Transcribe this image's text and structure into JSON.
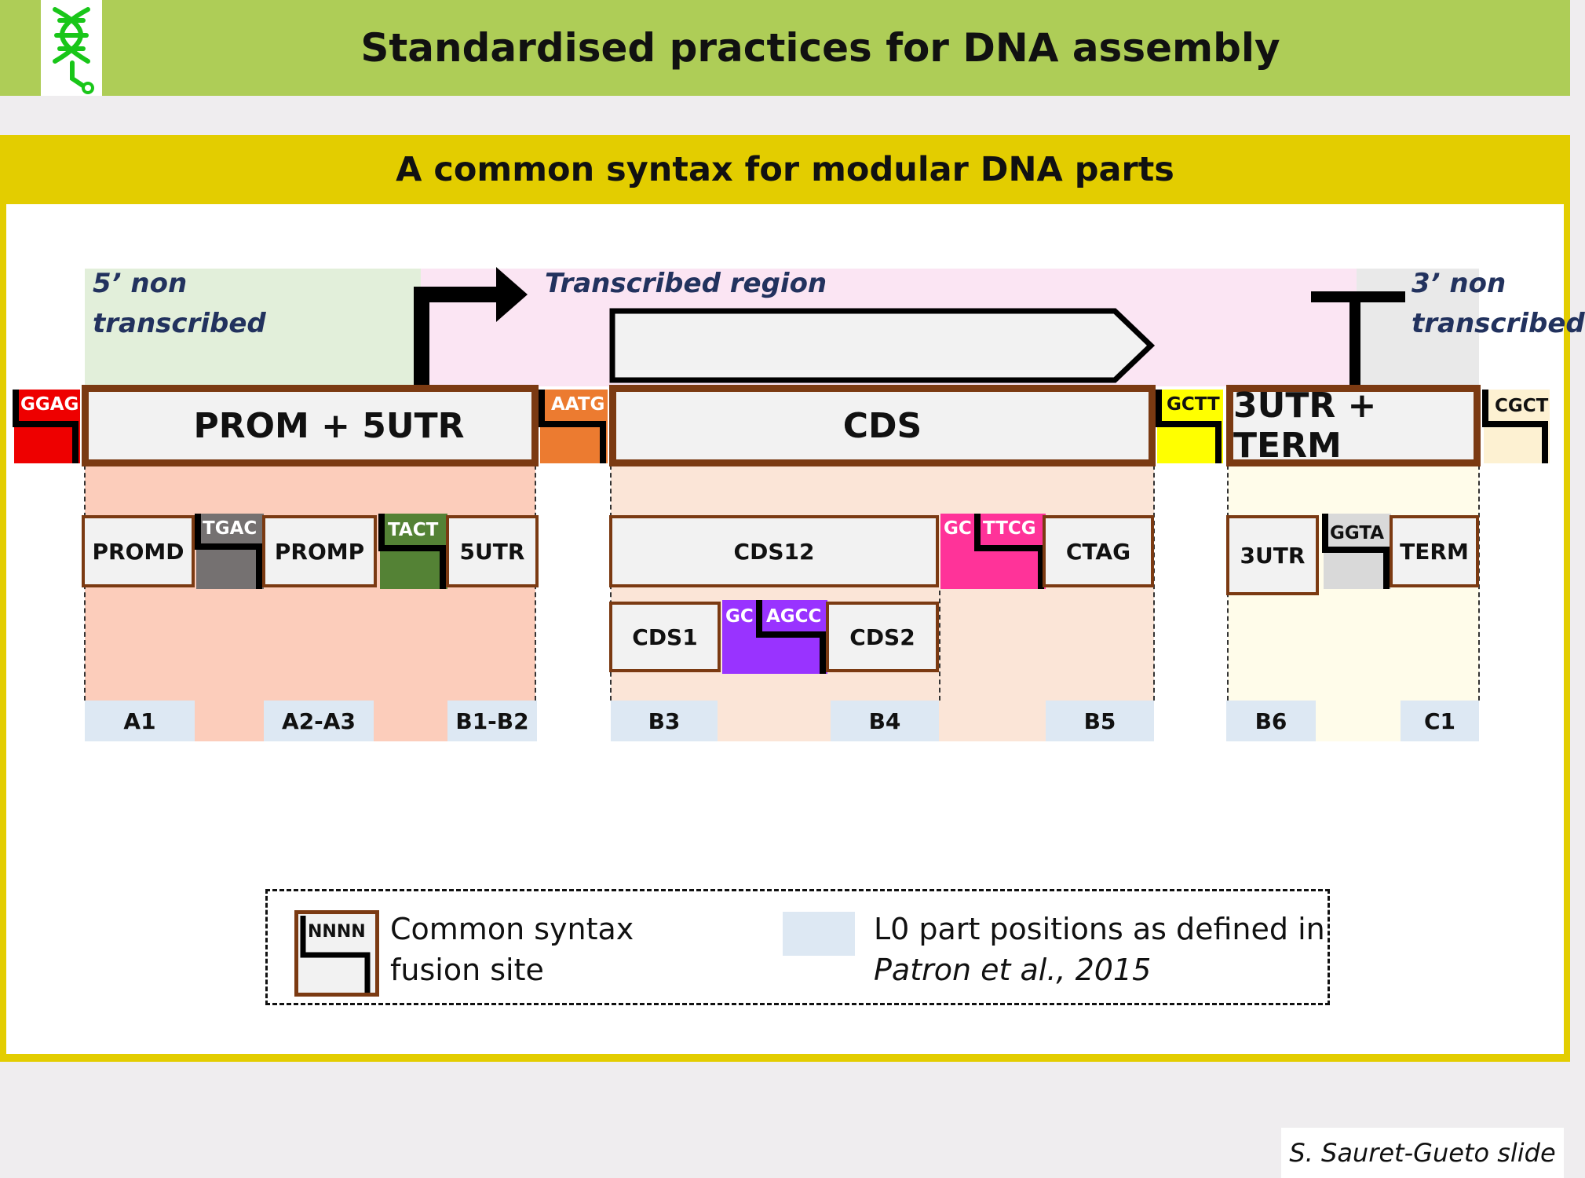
{
  "header": {
    "title": "Standardised practices for DNA assembly"
  },
  "panel": {
    "subtitle": "A common syntax for modular DNA parts"
  },
  "regions": {
    "five_prime": "5’ non transcribed",
    "transcribed": "Transcribed region",
    "three_prime": "3’ non transcribed"
  },
  "modules": {
    "prom_5utr": "PROM + 5UTR",
    "cds": "CDS",
    "utr3_term": "3UTR + TERM"
  },
  "fusion_sites": {
    "ggag": "GGAG",
    "aatg": "AATG",
    "gctt": "GCTT",
    "cgct": "CGCT",
    "tgac": "TGAC",
    "tact": "TACT",
    "gc_ttcg_a": "GC",
    "gc_ttcg_b": "TTCG",
    "gc_agcc_a": "GC",
    "gc_agcc_b": "AGCC",
    "ggta": "GGTA"
  },
  "parts": {
    "promd": "PROMD",
    "promp": "PROMP",
    "utr5": "5UTR",
    "cds12": "CDS12",
    "ctag": "CTAG",
    "cds1": "CDS1",
    "cds2": "CDS2",
    "utr3": "3UTR",
    "term": "TERM"
  },
  "positions": {
    "a1": "A1",
    "a2a3": "A2-A3",
    "b1b2": "B1-B2",
    "b3": "B3",
    "b4": "B4",
    "b5": "B5",
    "b6": "B6",
    "c1": "C1"
  },
  "legend": {
    "nnnn": "NNNN",
    "fusion_line1": "Common syntax",
    "fusion_line2": "fusion site",
    "l0_line1": "L0 part positions as defined in",
    "l0_line2": "Patron et al., 2015"
  },
  "credit": "S. Sauret-Gueto slide",
  "colors": {
    "header_green": "#aecd57",
    "panel_yellow": "#e3cd00",
    "part_border_brown": "#7b3a12",
    "ggag": "#ee0000",
    "aatg": "#ec7b30",
    "gctt": "#ffff00",
    "cgct": "#fdf1d2",
    "tgac": "#757171",
    "tact": "#548235",
    "ttcg": "#ff3399",
    "agcc": "#9933ff",
    "ggta": "#d9d9d9",
    "position_blue": "#dde8f3"
  }
}
